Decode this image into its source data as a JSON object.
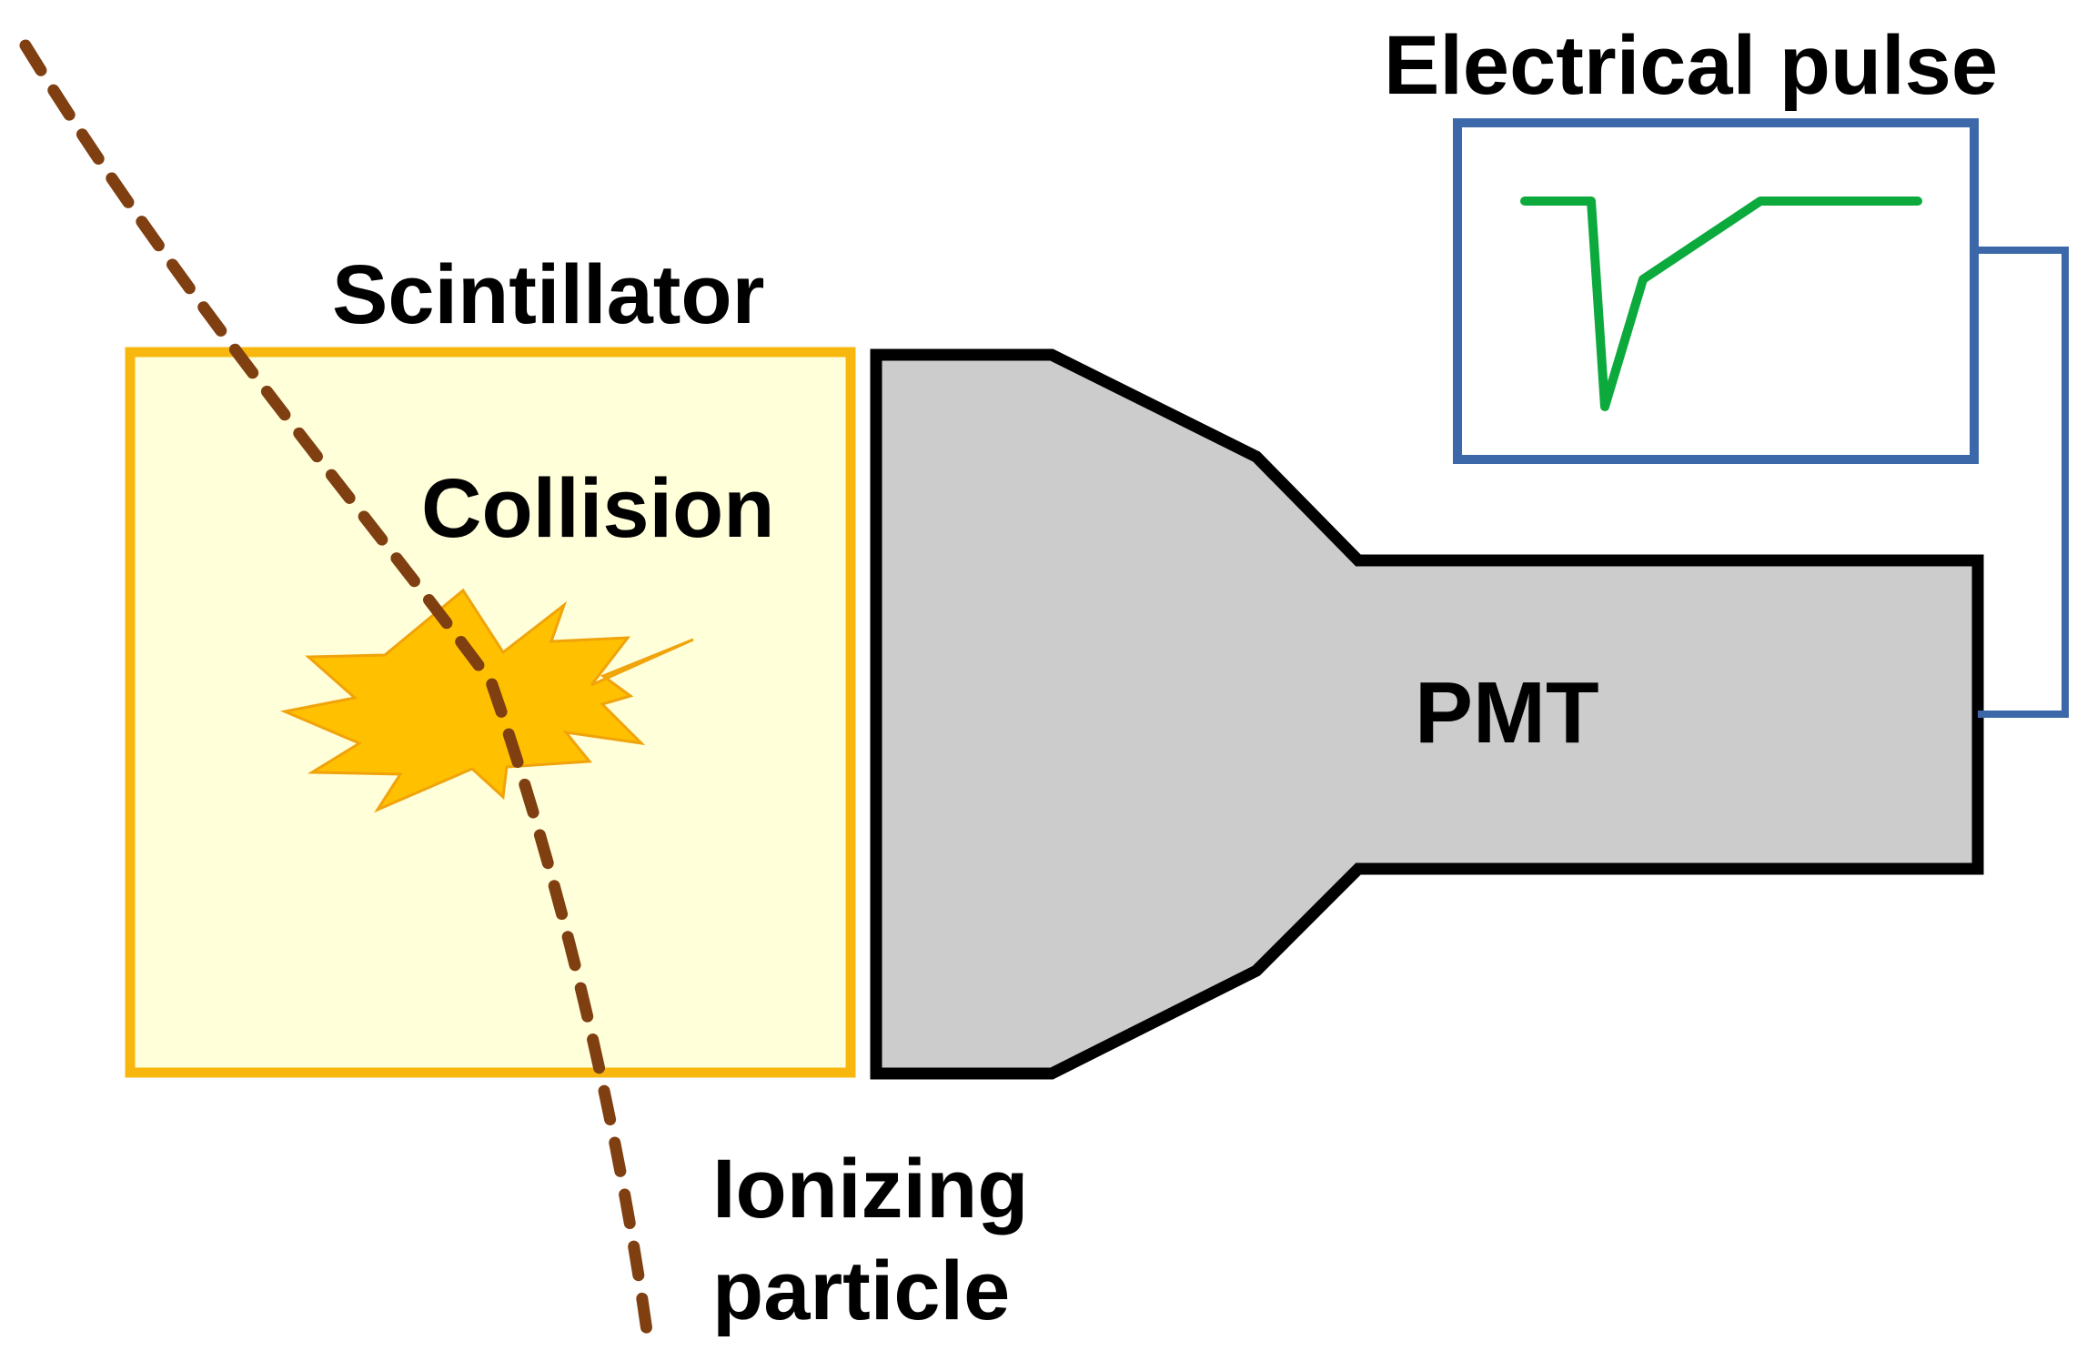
{
  "labels": {
    "scintillator": "Scintillator",
    "collision": "Collision",
    "pmt": "PMT",
    "electrical_pulse": "Electrical pulse",
    "ionizing_particle_line1": "Ionizing",
    "ionizing_particle_line2": "particle"
  },
  "colors": {
    "scintillator_fill": "#FFFFD9",
    "scintillator_border": "#F8B70E",
    "collision_fill": "#FFC000",
    "collision_border": "#F0A30A",
    "pmt_fill": "#CCCCCC",
    "pmt_border": "#000000",
    "pulse_box_border": "#3C68AA",
    "pulse_signal": "#0CAA3C",
    "particle_track": "#7F3F11"
  }
}
